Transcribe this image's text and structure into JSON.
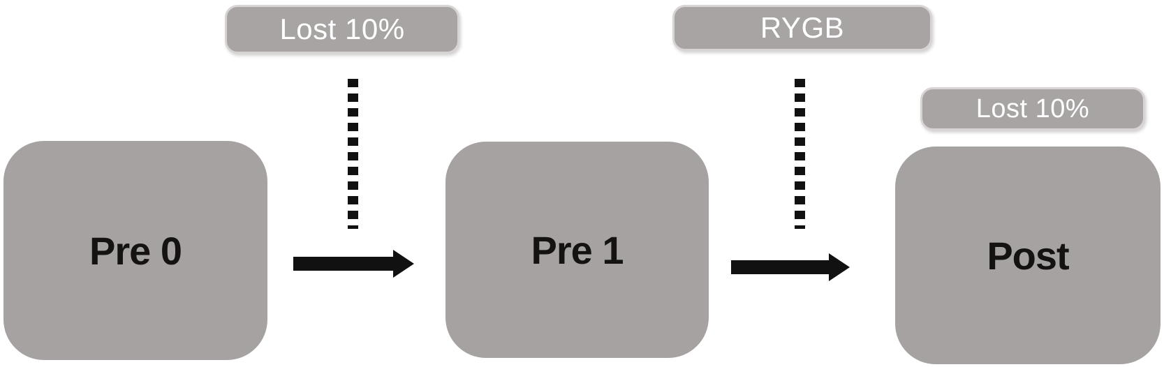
{
  "colors": {
    "background": "#ffffff",
    "node_fill": "#a7a2a2",
    "node_text": "#151212",
    "badge_fill": "#a9a4a4",
    "badge_border": "#d8d4d4",
    "badge_text": "#ffffff",
    "connector": "#111111"
  },
  "nodes": [
    {
      "id": "pre0",
      "label": "Pre 0"
    },
    {
      "id": "pre1",
      "label": "Pre 1"
    },
    {
      "id": "post",
      "label": "Post"
    }
  ],
  "badges": [
    {
      "id": "lost10_first",
      "label": "Lost 10%"
    },
    {
      "id": "rygb",
      "label": "RYGB"
    },
    {
      "id": "lost10_second",
      "label": "Lost 10%"
    }
  ]
}
